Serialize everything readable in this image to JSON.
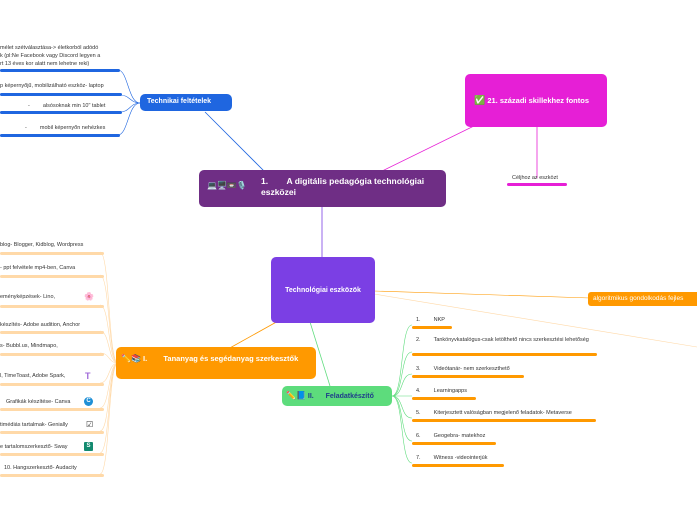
{
  "colors": {
    "purple": "#6f2e85",
    "violet": "#7b3fe4",
    "blue": "#1f66e0",
    "magenta": "#e61fd6",
    "orange": "#ff9900",
    "green": "#5ddc7c",
    "lightorange": "#ffd9a8"
  },
  "central": {
    "icons": "💻🖥️📼🎙️",
    "number": "1.",
    "title": "A digitális pedagógia technológiai eszközei"
  },
  "technikai": {
    "label": "Technikai feltételek",
    "items": [
      "mélet szétválasztása-> életkorból adódó",
      "k (pl:Ne Facebook vagy Discord legyen a",
      "rt 13 éves kor alatt nem lehetne reki)",
      "p képernyőjű, mobilizálható eszköz- laptop",
      "alsósoknak min 10\" tablet",
      "mobil képernyőn nehézkes"
    ],
    "dash": "-"
  },
  "skills": {
    "icon": "✅",
    "label": "21. századi skillekhez fontos",
    "child": "Céljhoz az eszközt"
  },
  "eszkozok": {
    "label": "Technológiai eszközök"
  },
  "algoritmikus": {
    "label": "algoritmikus gondolkodás fejles"
  },
  "tananyag": {
    "icons": "✏️📚",
    "number": "I.",
    "label": "Tananyag és segédanyag szerkesztők",
    "items": [
      {
        "text": "blog- Blogger, Kidblog, Wordpress",
        "icon": ""
      },
      {
        "text": "- ppt felvétele mp4-ben, Canva",
        "icon": ""
      },
      {
        "text": "eményképzések- Lino,",
        "icon": "🌸"
      },
      {
        "text": "készítés- Adobe audition, Anchor",
        "icon": ""
      },
      {
        "text": "s- Bubbl.us, Mindmapo,",
        "icon": ""
      },
      {
        "text": "l, TimeToast, Adobe Spark,",
        "icon": "T"
      },
      {
        "text": "Grafikák készítése- Canva",
        "icon": "C"
      },
      {
        "text": "timédiás tartalmak- Genially",
        "icon": "☑"
      },
      {
        "text": "e tartalomszerkesztő- Sway",
        "icon": "S"
      },
      {
        "text": "10.    Hangszerkesztő- Audacity",
        "icon": ""
      }
    ]
  },
  "feladat": {
    "icons": "✏️📘",
    "number": "II.",
    "label": "Feladatkészítő",
    "items": [
      {
        "num": "1.",
        "text": "NKP"
      },
      {
        "num": "2.",
        "text": "Tankönyvkatalógus-csak letölthető nincs szerkesztési lehetőség"
      },
      {
        "num": "3.",
        "text": "Videótanár- nem szerkeszthető"
      },
      {
        "num": "4.",
        "text": "Learningapps"
      },
      {
        "num": "5.",
        "text": "Kiterjesztett valóságban megjelenő feladatok- Metaverse"
      },
      {
        "num": "6.",
        "text": "Geogebra- matekhoz"
      },
      {
        "num": "7.",
        "text": "Witness -videointerjúk"
      }
    ]
  }
}
